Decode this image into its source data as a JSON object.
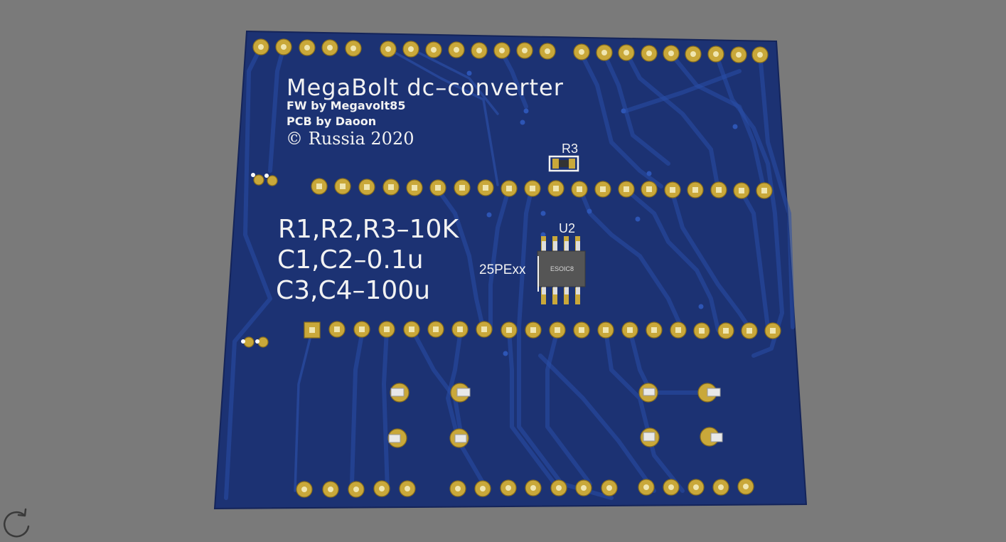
{
  "board": {
    "title": "MegaBolt dc–converter",
    "credit_fw": "FW by Megavolt85",
    "credit_pcb": "PCB by Daoon",
    "copyright": "© Russia 2020",
    "bom_line_1": "R1,R2,R3–10K",
    "bom_line_2": "C1,C2–0.1u",
    "bom_line_3": "C3,C4–100u",
    "resistor_label": "R3",
    "ic_label": "U2",
    "ic_part_label": "25PExx",
    "ic_package": "ESOIC8"
  },
  "colors": {
    "background": "#7a7a7a",
    "board": "#1c3273",
    "silkscreen": "#f2f2f2",
    "copper_pad": "#c9a83a",
    "ic_body": "#555555"
  },
  "icons": {
    "reset_view": "rotate-ccw-icon"
  }
}
